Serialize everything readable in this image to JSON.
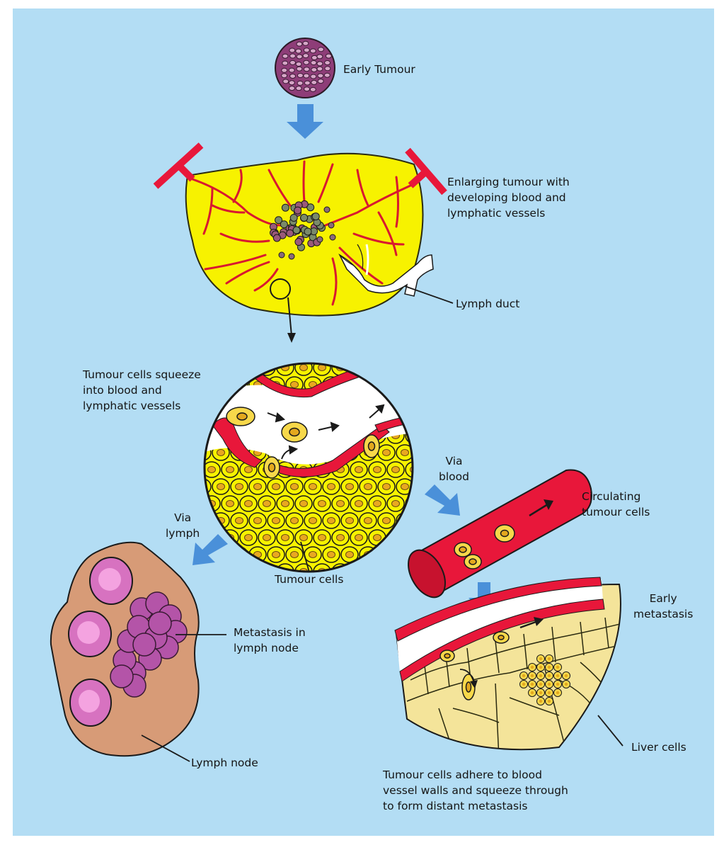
{
  "labels": {
    "early_tumour": "Early Tumour",
    "enlarging": [
      "Enlarging tumour with",
      "developing blood and",
      "lymphatic vessels"
    ],
    "lymph_duct": "Lymph duct",
    "squeeze": [
      "Tumour cells squeeze",
      "into blood and",
      "lymphatic vessels"
    ],
    "via_blood": [
      "Via",
      "blood"
    ],
    "circulating": [
      "Circulating",
      "tumour cells"
    ],
    "via_lymph": [
      "Via",
      "lymph"
    ],
    "tumour_cells": "Tumour cells",
    "early_metastasis": [
      "Early",
      "metastasis"
    ],
    "metastasis_node": [
      "Metastasis in",
      "lymph node"
    ],
    "liver_cells": "Liver cells",
    "lymph_node": "Lymph node",
    "adhere": [
      "Tumour cells adhere to blood",
      "vessel walls and squeeze through",
      "to form distant metastasis"
    ]
  },
  "colors": {
    "background": "#b3ddf4",
    "tumour_body": "#f7f200",
    "vessel_red": "#e8173a",
    "tumour_cell_purple": "#8e3d78",
    "lymph_node_brown": "#d79b77",
    "node_follicle_pink": "#d772c0",
    "metastasis_purple": "#b454a8",
    "liver_yellow": "#f4e49a",
    "flow_arrow_blue": "#4a90d9"
  }
}
